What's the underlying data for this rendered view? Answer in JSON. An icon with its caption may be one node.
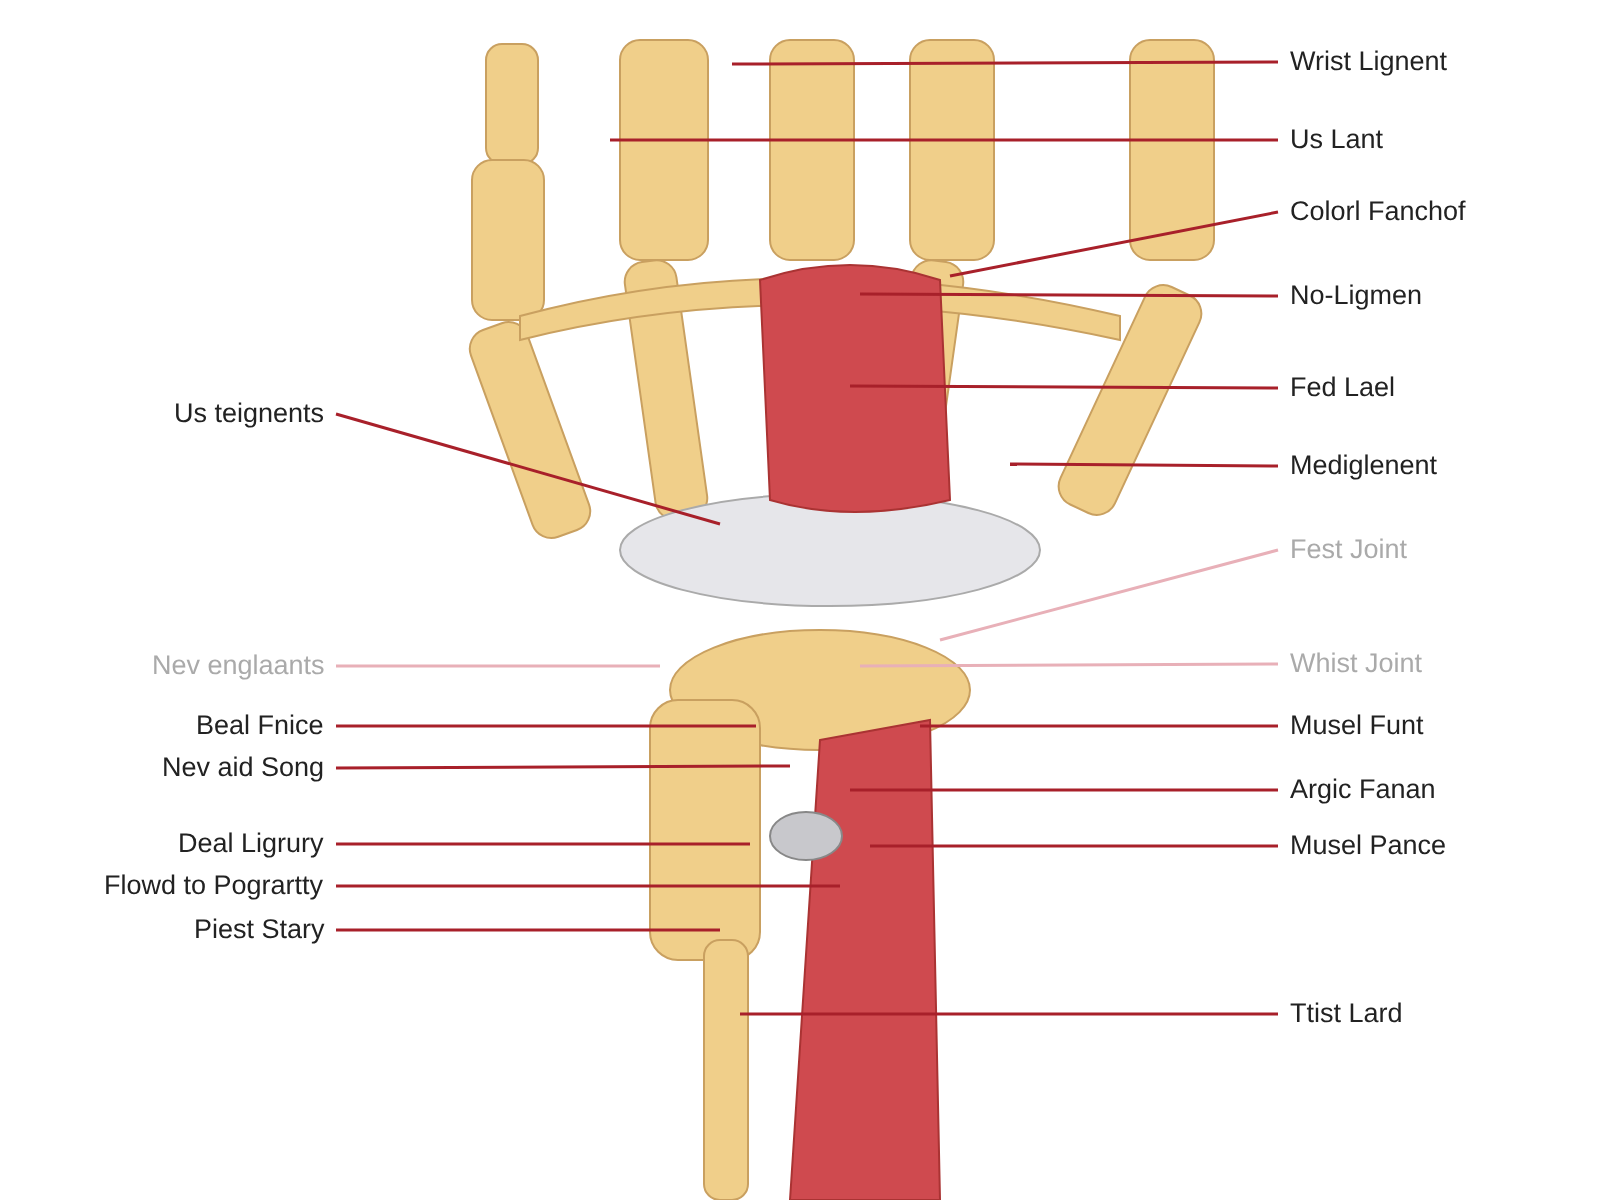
{
  "diagram": {
    "nodes": [
      {
        "text": [
          "Wrist Lignent"
        ]
      },
      {
        "text": [
          "Us Lant"
        ]
      },
      {
        "text": [
          "Colorl Fanchof"
        ]
      },
      {
        "text": [
          "No-Ligmen"
        ]
      },
      {
        "text": [
          "Fed Lael"
        ]
      },
      {
        "text": [
          "Mediglenent"
        ]
      },
      {
        "text": [
          "Fest Joint"
        ]
      },
      {
        "text": [
          "Whist Joint"
        ]
      },
      {
        "text": [
          "Musel Funt"
        ]
      },
      {
        "text": [
          "Argic Fanan"
        ]
      },
      {
        "text": [
          "Musel Pance"
        ]
      },
      {
        "text": [
          "Ttist Lard"
        ]
      },
      {
        "text": [
          "Us teignents"
        ]
      },
      {
        "text": [
          "Nev englaants"
        ]
      },
      {
        "text": [
          "Beal Fnice"
        ]
      },
      {
        "text": [
          "Nev aid Song"
        ]
      },
      {
        "text": [
          "Deal Ligrury"
        ]
      },
      {
        "text": [
          "Flowd to Pogrartty"
        ]
      },
      {
        "text": [
          "Piest Stary"
        ]
      }
    ],
    "edges": [
      {
        "from": 0,
        "to": null,
        "arrow": "none"
      },
      {
        "from": 1,
        "to": null,
        "arrow": "none"
      },
      {
        "from": 2,
        "to": null,
        "arrow": "none"
      },
      {
        "from": 3,
        "to": null,
        "arrow": "none"
      },
      {
        "from": 4,
        "to": null,
        "arrow": "none"
      },
      {
        "from": 5,
        "to": null,
        "arrow": "none"
      },
      {
        "from": 6,
        "to": null,
        "arrow": "none",
        "color": "#e8b0b8"
      },
      {
        "from": 7,
        "to": null,
        "arrow": "none",
        "color": "#e8b0b8"
      },
      {
        "from": 8,
        "to": null,
        "arrow": "none"
      },
      {
        "from": 9,
        "to": null,
        "arrow": "none"
      },
      {
        "from": 10,
        "to": null,
        "arrow": "none"
      },
      {
        "from": 11,
        "to": null,
        "arrow": "none"
      },
      {
        "from": 12,
        "to": null,
        "arrow": "none"
      },
      {
        "from": 13,
        "to": null,
        "arrow": "none",
        "color": "#e8b0b8"
      },
      {
        "from": 14,
        "to": null,
        "arrow": "none"
      },
      {
        "from": 15,
        "to": null,
        "arrow": "none"
      },
      {
        "from": 16,
        "to": null,
        "arrow": "none"
      },
      {
        "from": 17,
        "to": null,
        "arrow": "none"
      },
      {
        "from": 18,
        "to": null,
        "arrow": "none"
      }
    ]
  }
}
